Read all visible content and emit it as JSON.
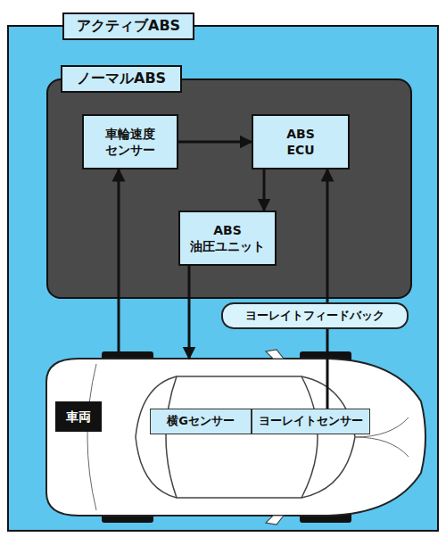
{
  "diagram": {
    "nodes": [
      {
        "text": [
          "アクティブABS"
        ]
      },
      {
        "text": [
          "ノーマルABS"
        ],
        "in": 0
      },
      {
        "text": [
          "車輪速度センサー"
        ],
        "in": 1
      },
      {
        "text": [
          "ABS ECU"
        ],
        "in": 1
      },
      {
        "text": [
          "ABS 油圧ユニット"
        ],
        "in": 1
      },
      {
        "text": [
          "車両"
        ],
        "in": 0
      },
      {
        "text": [
          "横Gセンサー"
        ],
        "in": 5
      },
      {
        "text": [
          "ヨーレイトセンサー"
        ],
        "in": 5
      }
    ],
    "edges": [
      {
        "from": 2,
        "to": 3,
        "arrow": "to"
      },
      {
        "from": 3,
        "to": 4,
        "arrow": "to"
      },
      {
        "from": 4,
        "to": 5,
        "arrow": "to"
      },
      {
        "from": 5,
        "to": 2,
        "arrow": "to"
      },
      {
        "from": 7,
        "to": 3,
        "label": "ヨーレイトフィードバック",
        "arrow": "to"
      }
    ]
  }
}
